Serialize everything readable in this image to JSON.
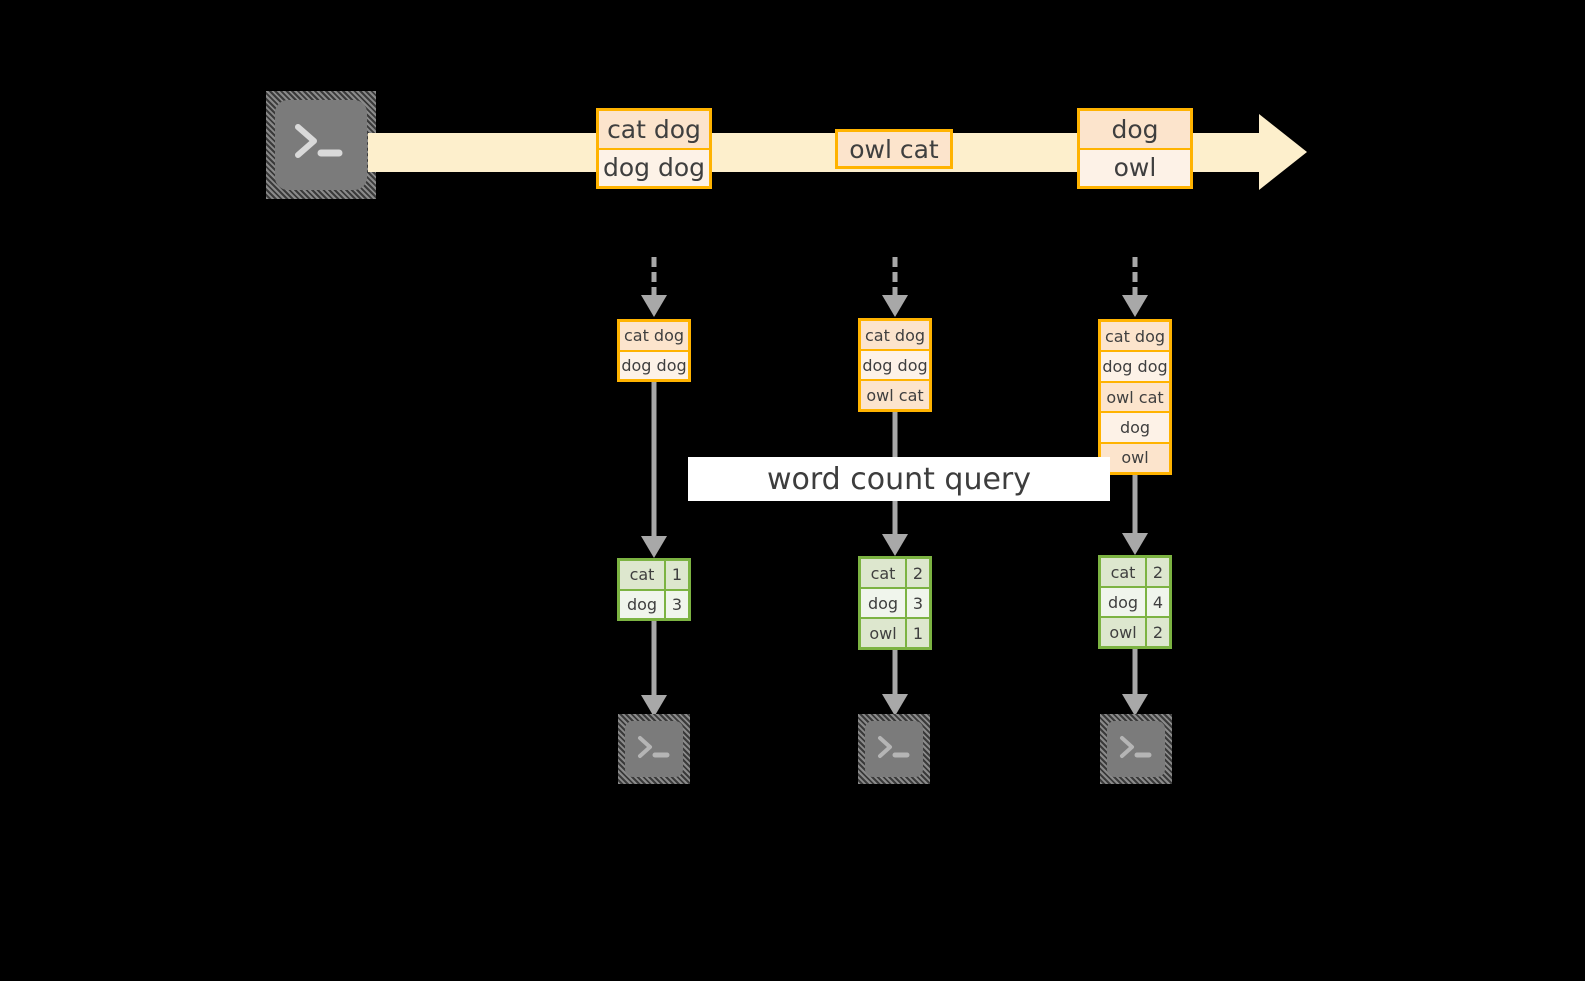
{
  "diagram": {
    "stream": {
      "source_icon": "terminal-icon",
      "band_label": "",
      "messages": [
        {
          "lines": [
            "cat dog",
            "dog dog"
          ]
        },
        {
          "lines": [
            "owl cat"
          ]
        },
        {
          "lines": [
            "dog",
            "owl"
          ]
        }
      ]
    },
    "query_label": "word count query",
    "snapshots": [
      {
        "input_rows": [
          "cat dog",
          "dog dog"
        ],
        "result": {
          "rows": [
            {
              "word": "cat",
              "count": "1"
            },
            {
              "word": "dog",
              "count": "3"
            }
          ]
        },
        "sink_icon": "terminal-icon"
      },
      {
        "input_rows": [
          "cat dog",
          "dog dog",
          "owl cat"
        ],
        "result": {
          "rows": [
            {
              "word": "cat",
              "count": "2"
            },
            {
              "word": "dog",
              "count": "3"
            },
            {
              "word": "owl",
              "count": "1"
            }
          ]
        },
        "sink_icon": "terminal-icon"
      },
      {
        "input_rows": [
          "cat dog",
          "dog dog",
          "owl cat",
          "dog",
          "owl"
        ],
        "result": {
          "rows": [
            {
              "word": "cat",
              "count": "2"
            },
            {
              "word": "dog",
              "count": "4"
            },
            {
              "word": "owl",
              "count": "2"
            }
          ]
        },
        "sink_icon": "terminal-icon"
      }
    ],
    "colors": {
      "background": "#000000",
      "stream_band": "#fdefcc",
      "message_border": "#ffb300",
      "message_fill_dark": "#fce4cc",
      "message_fill_light": "#fdf2e7",
      "result_border": "#7cb342",
      "result_fill_dark": "#dde7ce",
      "result_fill_light": "#f0f5ec",
      "arrow": "#a8a8a8",
      "icon_fill": "#7b7b7b",
      "label_fill": "#ffffff",
      "text": "#3f3f3f"
    }
  }
}
